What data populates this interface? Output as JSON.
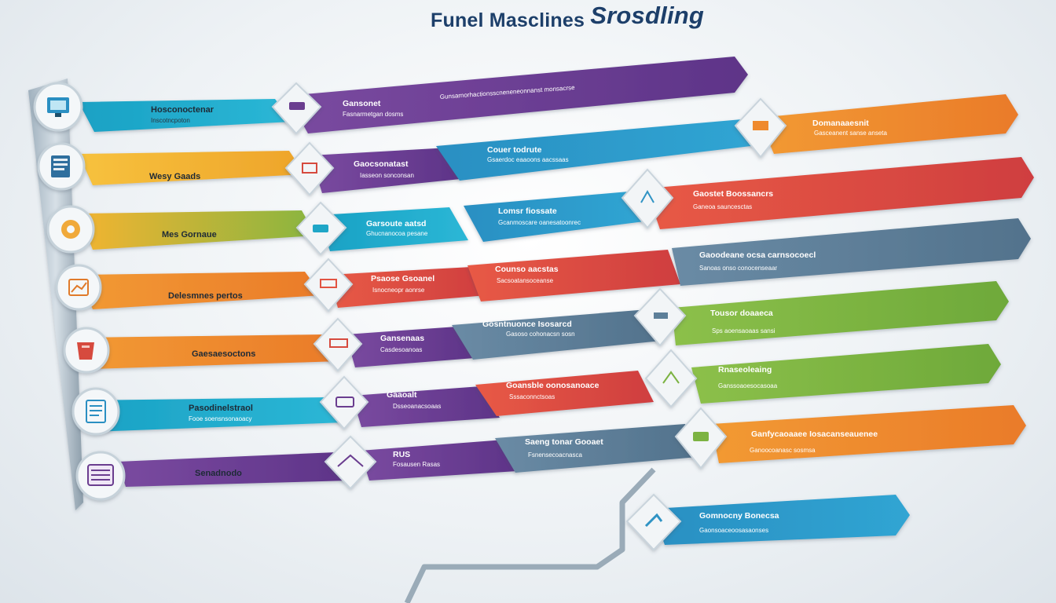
{
  "title": {
    "main": "Funel Masclines",
    "script": "Srosdling"
  },
  "colors": {
    "teal": "#1fa6c7",
    "yellow": "#f3b431",
    "orange": "#ef8a2e",
    "red": "#e25443",
    "purple": "#6a3d8f",
    "green": "#7cb342",
    "slate": "#5d7f99",
    "blue": "#2f93c4"
  },
  "icons": [
    "monitor-icon",
    "document-icon",
    "gear-icon",
    "chart-icon",
    "cup-icon",
    "page-icon",
    "list-icon"
  ],
  "rows": [
    {
      "left_label": "Hosconoctenar",
      "left_sub": "Inscotncpoton",
      "mid_label": "Gansonet",
      "mid_sub": "Fasnarmetgan dosms",
      "far_text": "Gunsarnorhactionsscneneneonnanst monsacrse"
    },
    {
      "left_label": "Wesy Gaads",
      "left_sub": "",
      "mid_label": "Gaocsonatast",
      "mid_sub": "Iasseon sonconsan",
      "far_label": "Couer todrute",
      "far_sub": "Gsaerdoc eaaoons aacssaas",
      "right_label": "Domanaaesnit",
      "right_sub": "Gasceanent sanse anseta"
    },
    {
      "left_label": "Mes Gornaue",
      "left_sub": "",
      "mid_label": "Garsoute aatsd",
      "mid_sub": "Ghucnanocoa pesane",
      "far_label": "Lomsr fiossate",
      "far_sub": "Gcanmoscare oanesatoonrec",
      "right_label": "Gaostet Boossancrs",
      "right_sub": "Ganeoa sauncesctas"
    },
    {
      "left_label": "Delesmnes pertos",
      "left_sub": "",
      "mid_label": "Psaose Gsoanel",
      "mid_sub": "Isnocneopr aonrse",
      "far_label": "Counso aacstas",
      "far_sub": "Sacsoatansoceanse",
      "right_label": "Gaoodeane ocsa carnsocoecl",
      "right_sub": "Sanoas onso conocenseaar"
    },
    {
      "left_label": "Gaesaesoctons",
      "left_sub": "",
      "mid_label": "Gansenaas",
      "mid_sub": "Casdesoanoas",
      "far_label": "Gosntnuonce Isosarcd",
      "far_sub": "Gasoso cohonacsn sosn",
      "right_label": "Tousor doaaeca",
      "right_sub": "Sps aoensaoaas sansi"
    },
    {
      "left_label": "Pasodinelstraol",
      "left_sub": "Fooe soensnsonaoacy",
      "mid_label": "Gaaoalt",
      "mid_sub": "Dsseoanacsoaas",
      "far_label": "Goansble oonosanoace",
      "far_sub": "Sssaconnctsoas",
      "right_label": "Rnaseoleaing",
      "right_sub": "Ganssoaoesocasoaa"
    },
    {
      "left_label": "Senadnodo",
      "left_sub": "",
      "mid_label": "RUS",
      "mid_sub": "Fosausen Rasas",
      "far_label": "Saeng tonar Gooaet",
      "far_sub": "Fsnensecoacnasca",
      "right_label": "Ganfycaoaaee Iosacanseauenee",
      "right_sub": "Ganoocoanasc sosmsa"
    },
    {
      "left_label": "",
      "left_sub": "",
      "mid_label": "",
      "mid_sub": "",
      "far_label": "",
      "far_sub": "",
      "right_label": "Gomnocny Bonecsa",
      "right_sub": "Gaonsoaceoosasaonses"
    }
  ]
}
